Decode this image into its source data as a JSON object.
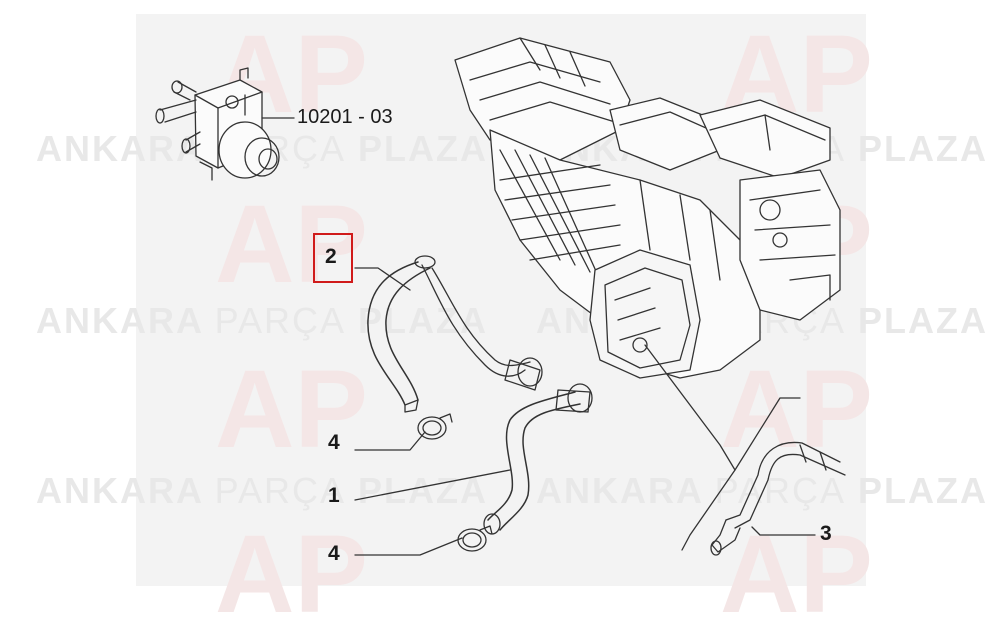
{
  "watermark": {
    "brand_bold": "ANKARA",
    "brand_light": "PARÇA",
    "brand_bold2": "PLAZA",
    "logo": "AP",
    "color": "#e8e8e8",
    "logo_color": "#f4e6e6"
  },
  "reference": {
    "code": "10201 - 03"
  },
  "callouts": [
    {
      "number": "2",
      "highlighted": true
    },
    {
      "number": "4"
    },
    {
      "number": "1"
    },
    {
      "number": "4"
    },
    {
      "number": "3"
    }
  ],
  "colors": {
    "highlight": "#d01a1a",
    "line": "#333333",
    "background": "#f3f3f3"
  }
}
